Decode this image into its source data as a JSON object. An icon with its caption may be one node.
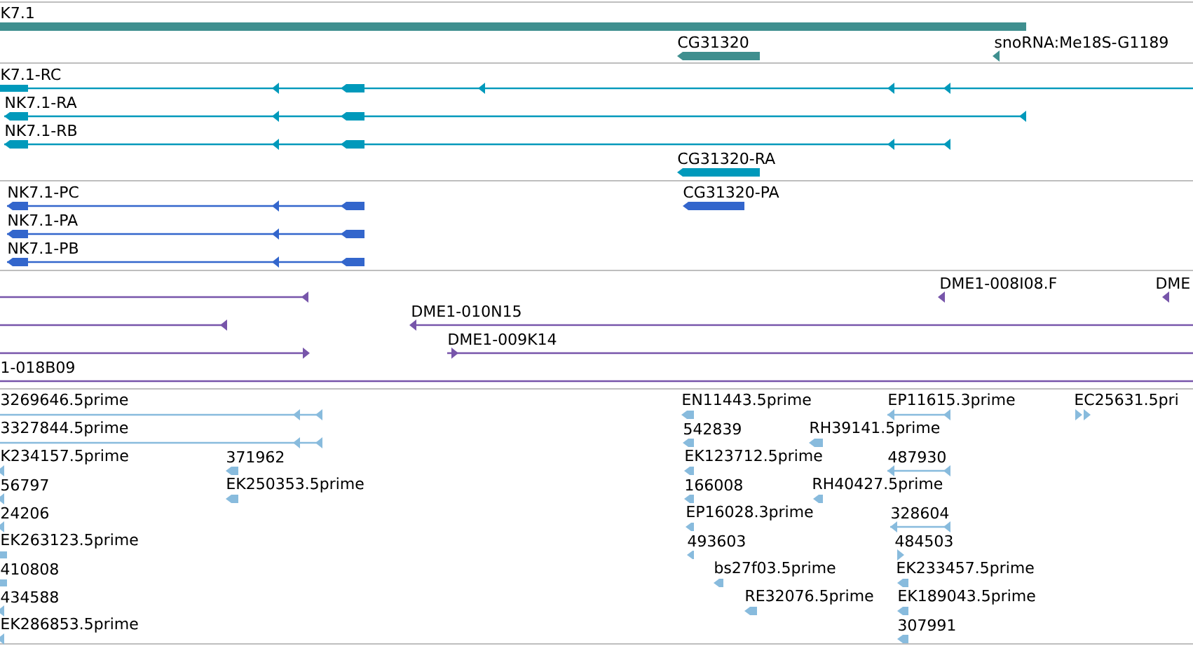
{
  "diagram": {
    "labels": [
      "K7.1",
      "CG31320",
      "snoRNA:Me18S-G1189",
      "K7.1-RC",
      "NK7.1-RA",
      "NK7.1-RB",
      "CG31320-RA",
      "NK7.1-PC",
      "CG31320-PA",
      "NK7.1-PA",
      "NK7.1-PB",
      "DME1-008I08.F",
      "DME",
      "DME1-010N15",
      "DME1-009K14",
      "1-018B09",
      "3269646.5prime",
      "EN11443.5prime",
      "EP11615.3prime",
      "EC25631.5pri",
      "3327844.5prime",
      "542839",
      "RH39141.5prime",
      "K234157.5prime",
      "371962",
      "EK123712.5prime",
      "487930",
      "56797",
      "EK250353.5prime",
      "166008",
      "RH40427.5prime",
      "24206",
      "EP16028.3prime",
      "328604",
      "EK263123.5prime",
      "493603",
      "484503",
      "410808",
      "bs27f03.5prime",
      "EK233457.5prime",
      "434588",
      "RE32076.5prime",
      "EK189043.5prime",
      "EK286853.5prime",
      "307991"
    ]
  }
}
